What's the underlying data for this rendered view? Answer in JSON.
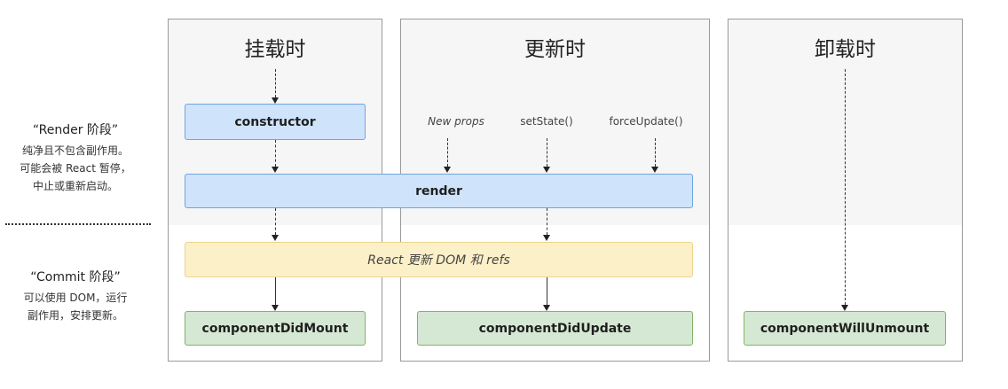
{
  "phases": {
    "render_title": "“Render 阶段”",
    "render_desc": [
      "纯净且不包含副作用。",
      "可能会被 React 暂停，",
      "中止或重新启动。"
    ],
    "commit_title": "“Commit 阶段”",
    "commit_desc": [
      "可以使用 DOM，运行",
      "副作用，安排更新。"
    ]
  },
  "columns": {
    "mount_title": "挂载时",
    "update_title": "更新时",
    "unmount_title": "卸载时"
  },
  "triggers": {
    "new_props": "New props",
    "set_state": "setState()",
    "force_update": "forceUpdate()"
  },
  "methods": {
    "constructor": "constructor",
    "render": "render",
    "react_updates": "React 更新 DOM 和 refs",
    "did_mount": "componentDidMount",
    "did_update": "componentDidUpdate",
    "will_unmount": "componentWillUnmount"
  },
  "colors": {
    "blue_fill": "#cfe3fb",
    "blue_border": "#6fa6e0",
    "yellow_fill": "#fcf0c8",
    "green_fill": "#d5e8d4",
    "green_border": "#82b366"
  }
}
